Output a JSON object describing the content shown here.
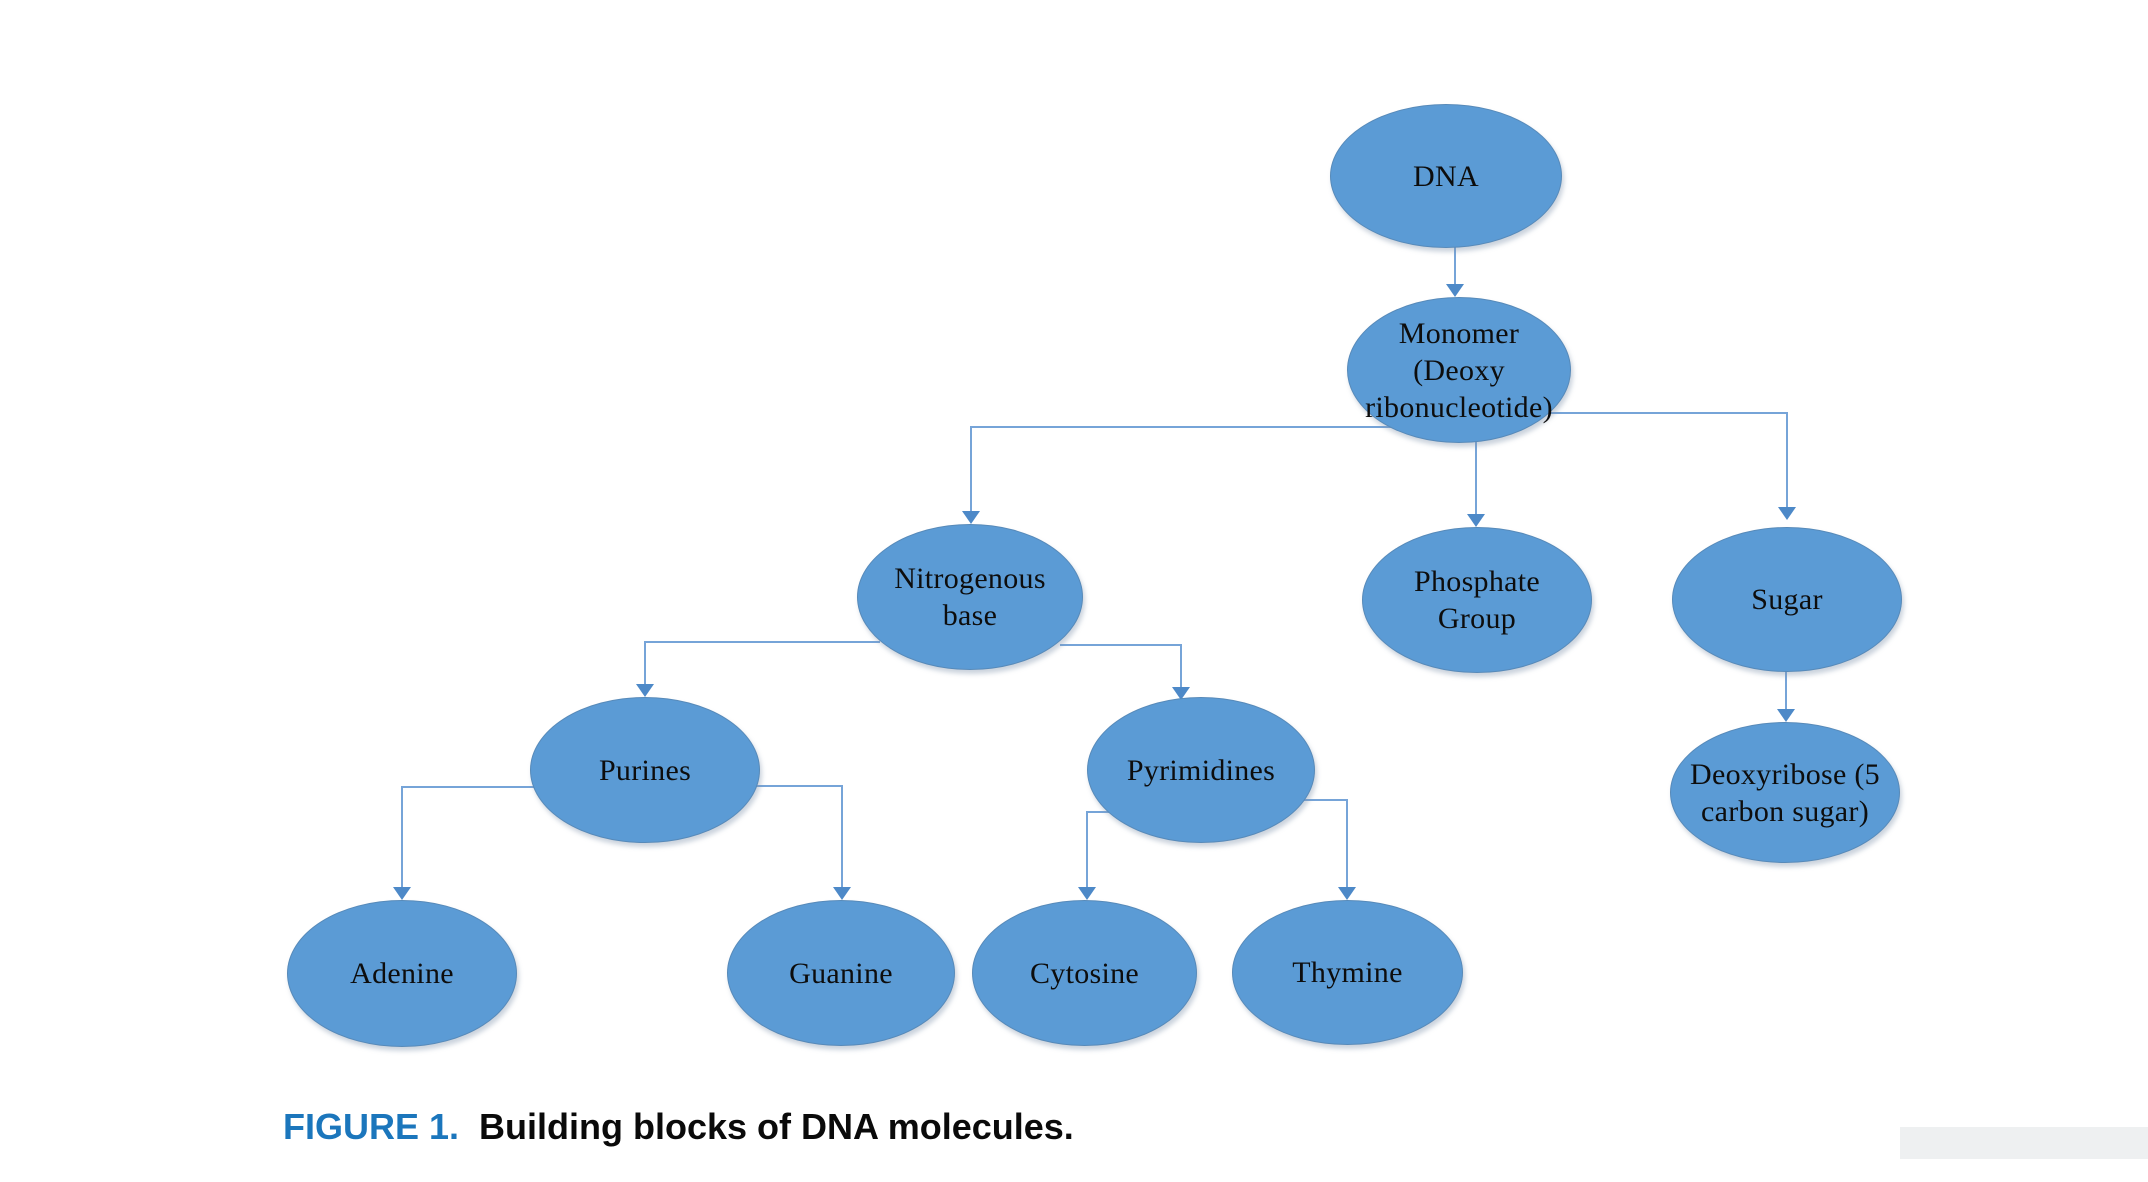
{
  "figure": {
    "label": "FIGURE 1.",
    "caption": "Building blocks of DNA molecules."
  },
  "colors": {
    "node_fill": "#5b9bd5",
    "connector_line": "#76a4d8",
    "arrowhead": "#4d89c8",
    "node_text": "#0d0d0d",
    "figure_label": "#1b76bc",
    "caption_text": "#0a0a0a",
    "background": "#ffffff"
  },
  "nodes": [
    {
      "id": "dna",
      "label": "DNA"
    },
    {
      "id": "monomer",
      "label": "Monomer\n(Deoxy\nribonucleotide)"
    },
    {
      "id": "nitrogenous-base",
      "label": "Nitrogenous\nbase"
    },
    {
      "id": "phosphate-group",
      "label": "Phosphate\nGroup"
    },
    {
      "id": "sugar",
      "label": "Sugar"
    },
    {
      "id": "purines",
      "label": "Purines"
    },
    {
      "id": "pyrimidines",
      "label": "Pyrimidines"
    },
    {
      "id": "deoxyribose",
      "label": "Deoxyribose (5\ncarbon sugar)"
    },
    {
      "id": "adenine",
      "label": "Adenine"
    },
    {
      "id": "guanine",
      "label": "Guanine"
    },
    {
      "id": "cytosine",
      "label": "Cytosine"
    },
    {
      "id": "thymine",
      "label": "Thymine"
    }
  ],
  "edges": [
    {
      "from": "dna",
      "to": "monomer"
    },
    {
      "from": "monomer",
      "to": "nitrogenous-base"
    },
    {
      "from": "monomer",
      "to": "phosphate-group"
    },
    {
      "from": "monomer",
      "to": "sugar"
    },
    {
      "from": "nitrogenous-base",
      "to": "purines"
    },
    {
      "from": "nitrogenous-base",
      "to": "pyrimidines"
    },
    {
      "from": "purines",
      "to": "adenine"
    },
    {
      "from": "purines",
      "to": "guanine"
    },
    {
      "from": "pyrimidines",
      "to": "cytosine"
    },
    {
      "from": "pyrimidines",
      "to": "thymine"
    },
    {
      "from": "sugar",
      "to": "deoxyribose"
    }
  ]
}
